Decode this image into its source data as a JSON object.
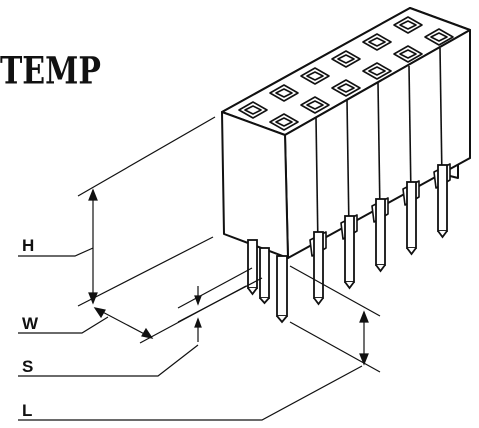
{
  "logo": {
    "text": "TEMP"
  },
  "dimensions": {
    "H": "H",
    "W": "W",
    "S": "S",
    "L": "L"
  },
  "colors": {
    "ink": "#111111",
    "body": "#ffffff"
  },
  "connector": {
    "rows": 2,
    "positions_per_row": 6,
    "type": "double-row female pin header"
  }
}
